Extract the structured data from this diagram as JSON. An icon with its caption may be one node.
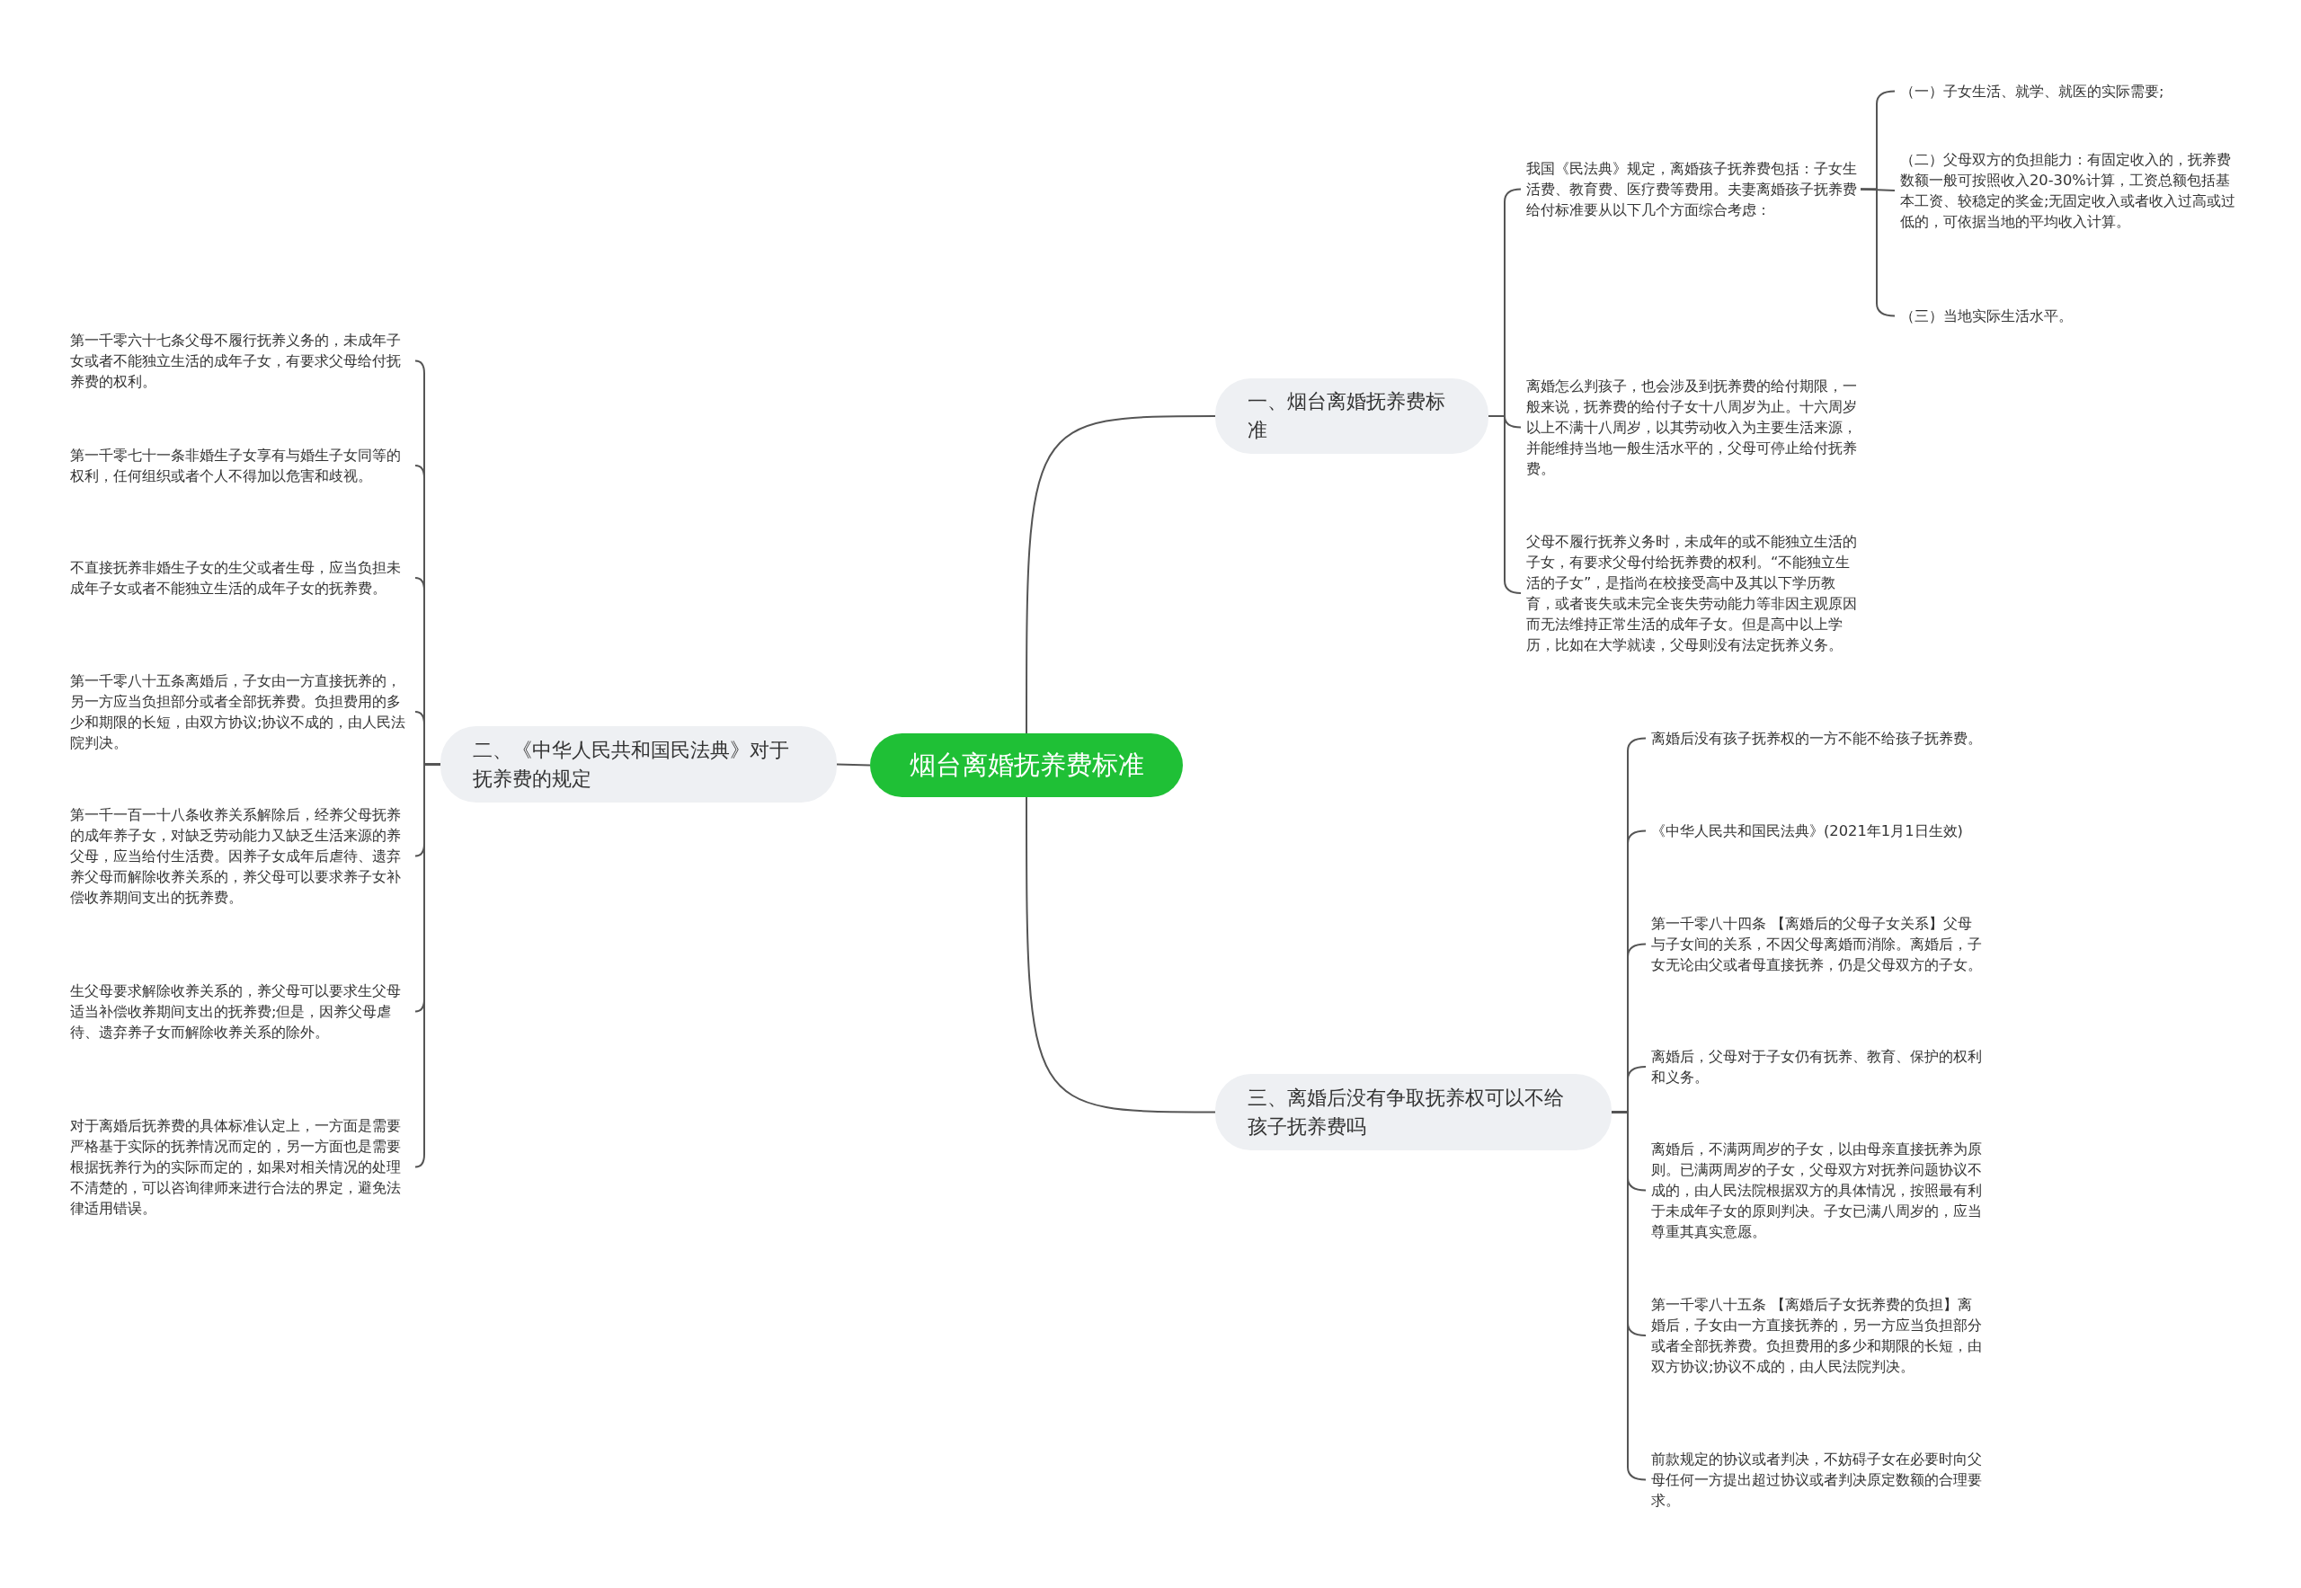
{
  "diagram": {
    "nodes": [
      {
        "text": [
          "烟台离婚抚养费标准"
        ]
      },
      {
        "text": [
          "一、烟台离婚抚养费标准"
        ]
      },
      {
        "text": [
          "二、《中华人民共和国民法典》对于抚养费的规定"
        ]
      },
      {
        "text": [
          "三、离婚后没有争取抚养权可以不给孩子抚养费吗"
        ]
      },
      {
        "text": [
          "我国《民法典》规定，离婚孩子抚养费包括：子女生活费、教育费、医疗费等费用。夫妻离婚孩子抚养费给付标准要从以下几个方面综合考虑："
        ]
      },
      {
        "text": [
          "（一）子女生活、就学、就医的实际需要;"
        ]
      },
      {
        "text": [
          "（二）父母双方的负担能力：有固定收入的，抚养费数额一般可按照收入20-30%计算，工资总额包括基本工资、较稳定的奖金;无固定收入或者收入过高或过低的，可依据当地的平均收入计算。"
        ]
      },
      {
        "text": [
          "（三）当地实际生活水平。"
        ]
      },
      {
        "text": [
          "离婚怎么判孩子，也会涉及到抚养费的给付期限，一般来说，抚养费的给付子女十八周岁为止。十六周岁以上不满十八周岁，以其劳动收入为主要生活来源，并能维持当地一般生活水平的，父母可停止给付抚养费。"
        ]
      },
      {
        "text": [
          "父母不履行抚养义务时，未成年的或不能独立生活的子女，有要求父母付给抚养费的权利。“不能独立生活的子女”，是指尚在校接受高中及其以下学历教育，或者丧失或未完全丧失劳动能力等非因主观原因而无法维持正常生活的成年子女。但是高中以上学历，比如在大学就读，父母则没有法定抚养义务。"
        ]
      },
      {
        "text": [
          "第一千零六十七条父母不履行抚养义务的，未成年子女或者不能独立生活的成年子女，有要求父母给付抚养费的权利。"
        ]
      },
      {
        "text": [
          "第一千零七十一条非婚生子女享有与婚生子女同等的权利，任何组织或者个人不得加以危害和歧视。"
        ]
      },
      {
        "text": [
          "不直接抚养非婚生子女的生父或者生母，应当负担未成年子女或者不能独立生活的成年子女的抚养费。"
        ]
      },
      {
        "text": [
          "第一千零八十五条离婚后，子女由一方直接抚养的，另一方应当负担部分或者全部抚养费。负担费用的多少和期限的长短，由双方协议;协议不成的，由人民法院判决。"
        ]
      },
      {
        "text": [
          "第一千一百一十八条收养关系解除后，经养父母抚养的成年养子女，对缺乏劳动能力又缺乏生活来源的养父母，应当给付生活费。因养子女成年后虐待、遗弃养父母而解除收养关系的，养父母可以要求养子女补偿收养期间支出的抚养费。"
        ]
      },
      {
        "text": [
          "生父母要求解除收养关系的，养父母可以要求生父母适当补偿收养期间支出的抚养费;但是，因养父母虐待、遗弃养子女而解除收养关系的除外。"
        ]
      },
      {
        "text": [
          "对于离婚后抚养费的具体标准认定上，一方面是需要严格基于实际的抚养情况而定的，另一方面也是需要根据抚养行为的实际而定的，如果对相关情况的处理不清楚的，可以咨询律师来进行合法的界定，避免法律适用错误。"
        ]
      },
      {
        "text": [
          "离婚后没有孩子抚养权的一方不能不给孩子抚养费。"
        ]
      },
      {
        "text": [
          "《中华人民共和国民法典》(2021年1月1日生效)"
        ]
      },
      {
        "text": [
          "第一千零八十四条 【离婚后的父母子女关系】父母与子女间的关系，不因父母离婚而消除。离婚后，子女无论由父或者母直接抚养，仍是父母双方的子女。"
        ]
      },
      {
        "text": [
          "离婚后，父母对于子女仍有抚养、教育、保护的权利和义务。"
        ]
      },
      {
        "text": [
          "离婚后，不满两周岁的子女，以由母亲直接抚养为原则。已满两周岁的子女，父母双方对抚养问题协议不成的，由人民法院根据双方的具体情况，按照最有利于未成年子女的原则判决。子女已满八周岁的，应当尊重其真实意愿。"
        ]
      },
      {
        "text": [
          "第一千零八十五条 【离婚后子女抚养费的负担】离婚后，子女由一方直接抚养的，另一方应当负担部分或者全部抚养费。负担费用的多少和期限的长短，由双方协议;协议不成的，由人民法院判决。"
        ]
      },
      {
        "text": [
          "前款规定的协议或者判决，不妨碍子女在必要时向父母任何一方提出超过协议或者判决原定数额的合理要求。"
        ]
      }
    ],
    "edges": [
      {
        "from": 0,
        "to": 1,
        "arrow": "none"
      },
      {
        "from": 0,
        "to": 2,
        "arrow": "none"
      },
      {
        "from": 0,
        "to": 3,
        "arrow": "none"
      },
      {
        "from": 1,
        "to": 4,
        "arrow": "none"
      },
      {
        "from": 1,
        "to": 8,
        "arrow": "none"
      },
      {
        "from": 1,
        "to": 9,
        "arrow": "none"
      },
      {
        "from": 4,
        "to": 5,
        "arrow": "none"
      },
      {
        "from": 4,
        "to": 6,
        "arrow": "none"
      },
      {
        "from": 4,
        "to": 7,
        "arrow": "none"
      },
      {
        "from": 2,
        "to": 10,
        "arrow": "none"
      },
      {
        "from": 2,
        "to": 11,
        "arrow": "none"
      },
      {
        "from": 2,
        "to": 12,
        "arrow": "none"
      },
      {
        "from": 2,
        "to": 13,
        "arrow": "none"
      },
      {
        "from": 2,
        "to": 14,
        "arrow": "none"
      },
      {
        "from": 2,
        "to": 15,
        "arrow": "none"
      },
      {
        "from": 2,
        "to": 16,
        "arrow": "none"
      },
      {
        "from": 3,
        "to": 17,
        "arrow": "none"
      },
      {
        "from": 3,
        "to": 18,
        "arrow": "none"
      },
      {
        "from": 3,
        "to": 19,
        "arrow": "none"
      },
      {
        "from": 3,
        "to": 20,
        "arrow": "none"
      },
      {
        "from": 3,
        "to": 21,
        "arrow": "none"
      },
      {
        "from": 3,
        "to": 22,
        "arrow": "none"
      },
      {
        "from": 3,
        "to": 23,
        "arrow": "none"
      }
    ]
  }
}
